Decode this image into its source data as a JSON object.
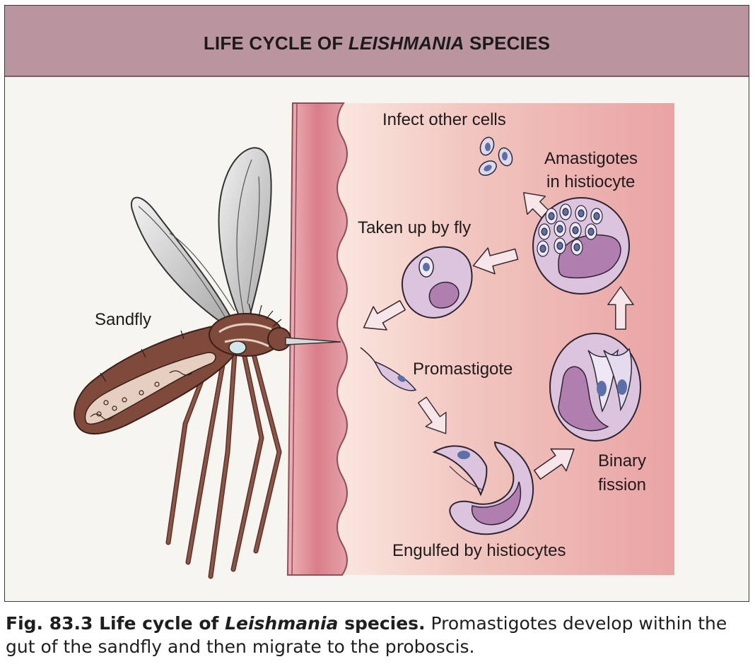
{
  "header": {
    "title_prefix": "LIFE CYCLE OF ",
    "title_italic": "LEISHMANIA",
    "title_suffix": " SPECIES"
  },
  "labels": {
    "sandfly": "Sandfly",
    "infect_other_cells": "Infect other cells",
    "amastigotes_line1": "Amastigotes",
    "amastigotes_line2": "in histiocyte",
    "taken_up_by_fly": "Taken up by fly",
    "promastigote": "Promastigote",
    "binary_line1": "Binary",
    "binary_line2": "fission",
    "engulfed": "Engulfed by histiocytes"
  },
  "caption": {
    "bold_prefix": "Fig. 83.3 Life cycle of ",
    "bold_italic": "Leishmania",
    "bold_suffix": " species.",
    "text": " Promastigotes develop within the gut of the sandfly and then migrate to the proboscis."
  },
  "colors": {
    "header": "#b995a0",
    "skin_edge": "#d9848e",
    "tissue": "#eeb0b0",
    "cell": "#dcc3de",
    "nucleus": "#b07fb0",
    "parasite_nucleus": "#5d6fa8",
    "fly_body": "#7f4a3c",
    "arrow": "#f6e6ea"
  }
}
